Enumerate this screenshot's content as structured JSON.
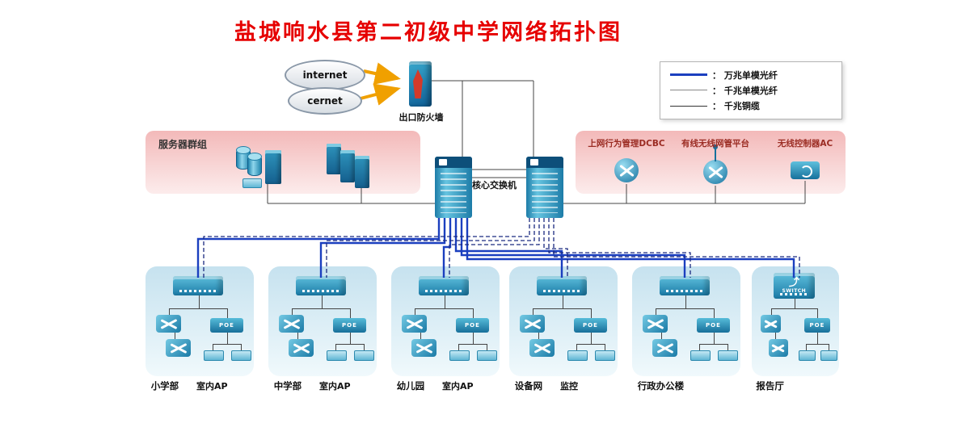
{
  "title": "盐城响水县第二初级中学网络拓扑图",
  "clouds": {
    "internet": "internet",
    "cernet": "cernet"
  },
  "firewall": {
    "label": "出口防火墙"
  },
  "core": {
    "label": "核心交换机"
  },
  "servers": {
    "label": "服务器群组"
  },
  "legend": {
    "items": [
      {
        "label": "： 万兆单模光纤"
      },
      {
        "label": "： 千兆单模光纤"
      },
      {
        "label": "： 千兆铜缆"
      }
    ]
  },
  "management": {
    "items": [
      {
        "label": "上网行为管理DCBC"
      },
      {
        "label": "有线无线网管平台"
      },
      {
        "label": "无线控制器AC"
      }
    ]
  },
  "groups": [
    {
      "name": "小学部",
      "sub": "室内AP"
    },
    {
      "name": "中学部",
      "sub": "室内AP"
    },
    {
      "name": "幼儿园",
      "sub": "室内AP"
    },
    {
      "name": "设备网",
      "sub": "监控"
    },
    {
      "name": "行政办公楼",
      "sub": ""
    },
    {
      "name": "报告厅",
      "sub": ""
    }
  ],
  "device_labels": {
    "poe": "POE",
    "switch": "SWITCH"
  },
  "icons": {
    "switch_arrow": "⤴"
  },
  "colors": {
    "title_red": "#e60000",
    "fiber_10g_blue": "#1b3fbf",
    "fiber_1g_navy_dashed": "#1b2a80",
    "copper_gray": "#444444",
    "device_teal": "#1d7ca8",
    "panel_pink": "#f3b9b9",
    "panel_blue": "#c6e2ef",
    "arrow_orange": "#f0a000"
  }
}
